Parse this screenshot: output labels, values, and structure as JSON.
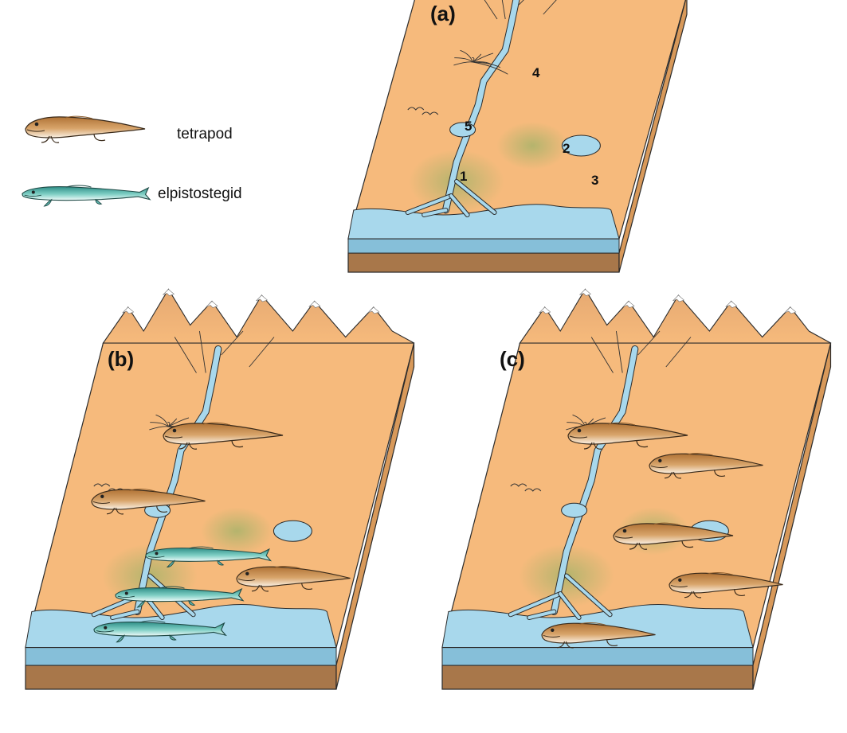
{
  "legend": {
    "items": [
      {
        "key": "tetrapod",
        "label": "tetrapod",
        "color": "#c98a4a"
      },
      {
        "key": "elpistostegid",
        "label": "elpistostegid",
        "color": "#5fb7b0"
      }
    ]
  },
  "panels": {
    "a": {
      "label": "(a)"
    },
    "b": {
      "label": "(b)"
    },
    "c": {
      "label": "(c)"
    }
  },
  "zones": {
    "z1": "1",
    "z2": "2",
    "z3": "3",
    "z4": "4",
    "z5": "5"
  },
  "colors": {
    "land": "#f6ba7c",
    "side": "#d8995a",
    "base": "#a8774a",
    "water": "#a8d8ec",
    "water_side": "#86bfd9",
    "vegetation": "#b8b870",
    "outline": "#2b2b2b"
  }
}
